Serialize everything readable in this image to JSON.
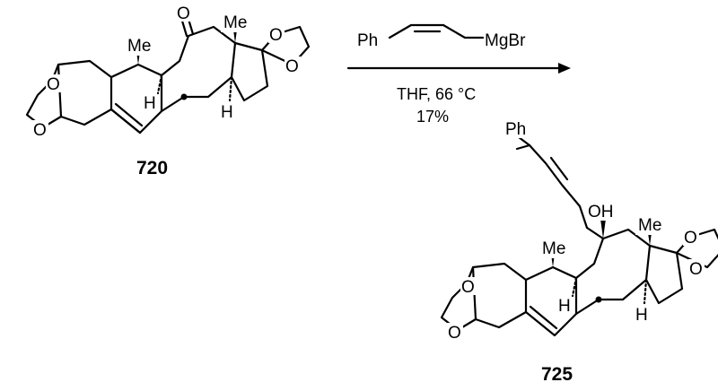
{
  "reagent": {
    "left_group": "Ph",
    "right_group": "MgBr"
  },
  "conditions": {
    "solvent_temp": "THF, 66 °C",
    "yield": "17%"
  },
  "starting_material": {
    "id": "720",
    "atoms": {
      "ketone_o": "O",
      "me_c10": "Me",
      "me_c13": "Me",
      "ketal3_o_top": "O",
      "ketal3_o_bottom": "O",
      "ketal17_o_top": "O",
      "ketal17_o_bottom": "O",
      "h_c9": "H",
      "h_c14": "H"
    }
  },
  "product": {
    "id": "725",
    "atoms": {
      "ph": "Ph",
      "oh": "OH",
      "me_c10": "Me",
      "me_c13": "Me",
      "ketal3_o_top": "O",
      "ketal3_o_bottom": "O",
      "ketal17_o_top": "O",
      "ketal17_o_bottom": "O",
      "h_c9": "H",
      "h_c14": "H"
    }
  }
}
